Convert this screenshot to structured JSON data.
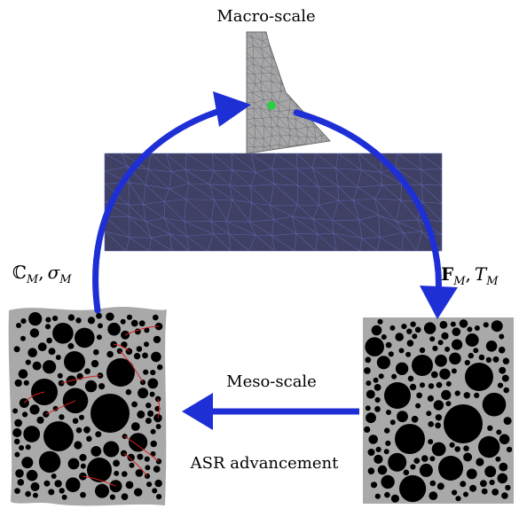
{
  "labels": {
    "macro_title": "Macro-scale",
    "meso_title": "Meso-scale",
    "asr": "ASR advancement",
    "left_transfer_C": "ℂ",
    "left_transfer_sigma": "σ",
    "right_transfer_F": "F",
    "right_transfer_T": "T",
    "subscript": "M",
    "comma": ","
  },
  "colors": {
    "arrow": "#1f2fd6",
    "foundation": "#3f4063",
    "dam": "#a7a7a9",
    "mesh_line": "#5a63a8",
    "specimen_bg": "#a9a9a9",
    "aggregate": "#000000",
    "crack": "#d61f1f",
    "gauss_point": "#2ecc40"
  }
}
